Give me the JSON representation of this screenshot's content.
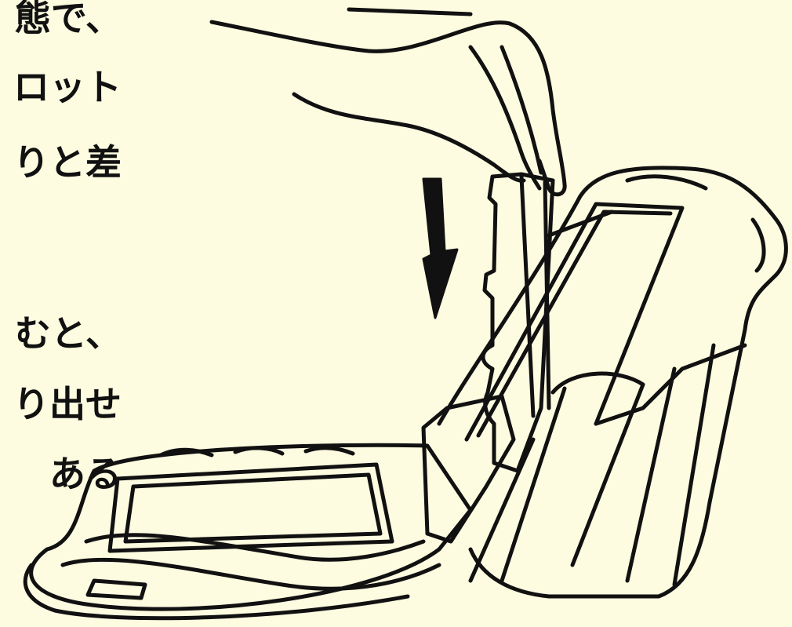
{
  "manual_text": {
    "lines": [
      "態で、",
      "ロット",
      "りと差",
      "むと、",
      "り出せ",
      "ある"
    ]
  },
  "figure": {
    "icons": [
      "hand-icon",
      "down-arrow-icon",
      "card-icon",
      "device-icon"
    ]
  }
}
